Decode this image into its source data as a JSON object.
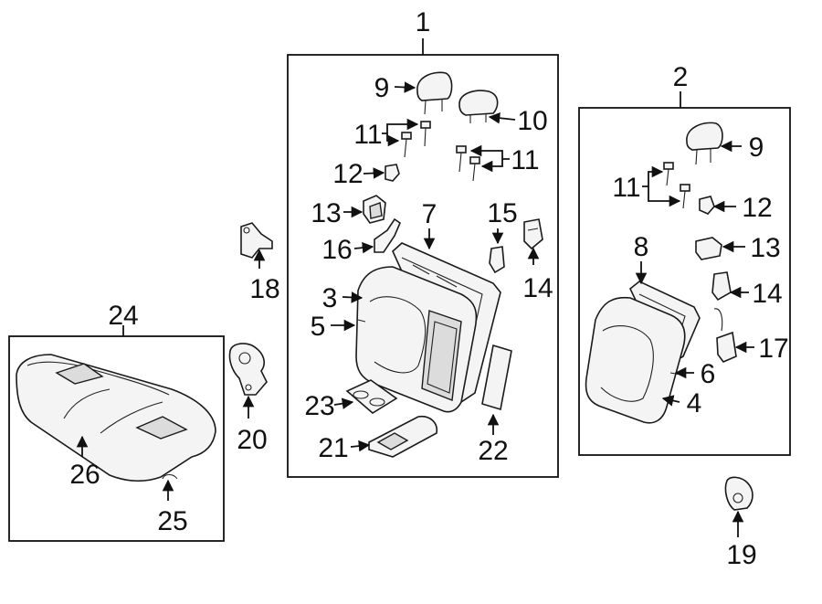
{
  "callouts": {
    "c1": "1",
    "c2": "2",
    "c3": "3",
    "c4": "4",
    "c5": "5",
    "c6": "6",
    "c7": "7",
    "c8": "8",
    "c9a": "9",
    "c9b": "9",
    "c10": "10",
    "c11a": "11",
    "c11b": "11",
    "c11c": "11",
    "c12a": "12",
    "c12b": "12",
    "c13a": "13",
    "c13b": "13",
    "c14a": "14",
    "c14b": "14",
    "c15": "15",
    "c16": "16",
    "c17": "17",
    "c18": "18",
    "c19": "19",
    "c20": "20",
    "c21": "21",
    "c22": "22",
    "c23": "23",
    "c24": "24",
    "c25": "25",
    "c26": "26"
  },
  "colors": {
    "ink": "#111111",
    "part_fill": "#f4f4f4",
    "shade": "#dcdcdc",
    "background": "#ffffff"
  }
}
